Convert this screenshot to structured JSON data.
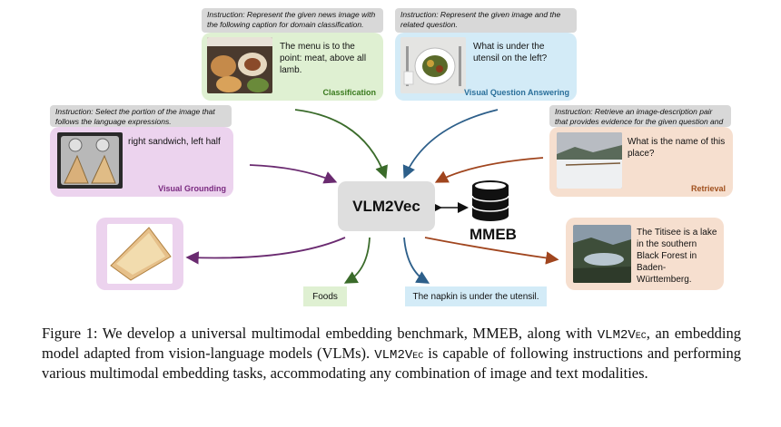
{
  "instructions": {
    "classification": "Instruction: Represent the given news image with the following caption for domain classification.",
    "vqa": "Instruction: Represent the given image and the related question.",
    "grounding": "Instruction: Select the portion of the image that follows the language expressions.",
    "retrieval": "Instruction: Retrieve an image-description pair that provides evidence for the given question and image."
  },
  "cards": {
    "classification": {
      "text": "The menu is to the point: meat, above all lamb.",
      "label": "Classification",
      "label_color": "#3a7a1e"
    },
    "vqa": {
      "text": "What is under the utensil on the left?",
      "label": "Visual Question Answering",
      "label_color": "#2a6f9a"
    },
    "grounding": {
      "text": "right sandwich, left half",
      "label": "Visual Grounding",
      "label_color": "#7a2a80"
    },
    "retrieval": {
      "text": "What is the name of this place?",
      "label": "Retrieval",
      "label_color": "#a0501e"
    }
  },
  "center": {
    "title": "VLM2Vec",
    "benchmark": "MMEB"
  },
  "outputs": {
    "foods": "Foods",
    "napkin": "The napkin is under the utensil.",
    "titisee": "The Titisee is a lake in the southern Black Forest in Baden-Württemberg."
  },
  "caption": {
    "lead": "Figure 1:  We develop a universal multimodal embedding benchmark, MMEB, along with",
    "model1": "VLM2Vec",
    "mid": ", an embedding model adapted from vision-language models (VLMs). ",
    "model2": "VLM2Vec",
    "tail": " is capable of following instructions and performing various multimodal embedding tasks, accommodating any combination of image and text modalities."
  },
  "colors": {
    "green_arrow": "#3a6b2a",
    "blue_arrow": "#2d5f8a",
    "purple_arrow": "#6a2a70",
    "brown_arrow": "#a0451e"
  }
}
